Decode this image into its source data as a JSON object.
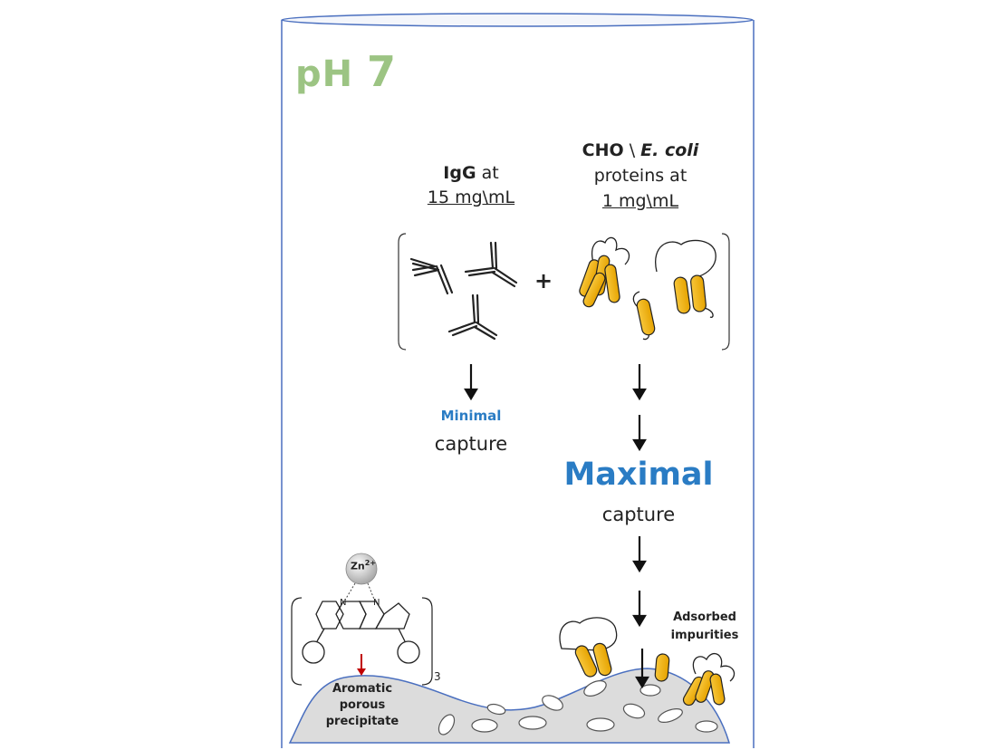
{
  "ph": {
    "prefix": "pH",
    "value": "7"
  },
  "igg": {
    "name": "IgG",
    "suffix": "at",
    "conc": "15 mg\\mL"
  },
  "cho": {
    "name": "CHO",
    "sep": "\\",
    "italic": "E. coli",
    "line2": "proteins at",
    "conc": "1 mg\\mL"
  },
  "plus": "+",
  "minimal": {
    "label": "Minimal",
    "word": "capture"
  },
  "maximal": {
    "label": "Maximal",
    "word": "capture"
  },
  "adsorbed": {
    "line1": "Adsorbed",
    "line2": "impurities"
  },
  "ligand": {
    "metal": "Zn",
    "charge": "2+",
    "n_label": "N",
    "subscript": "3"
  },
  "precipitate": {
    "line1": "Aromatic",
    "line2": "porous",
    "line3": "precipitate"
  },
  "colors": {
    "ph_green": "#9cc483",
    "accent_blue": "#2a7cc4",
    "helix_gold": "#f4b400",
    "container_blue": "#4a6fbf",
    "precipitate_gray": "#dcdcdc",
    "arrow_red": "#c00000"
  }
}
